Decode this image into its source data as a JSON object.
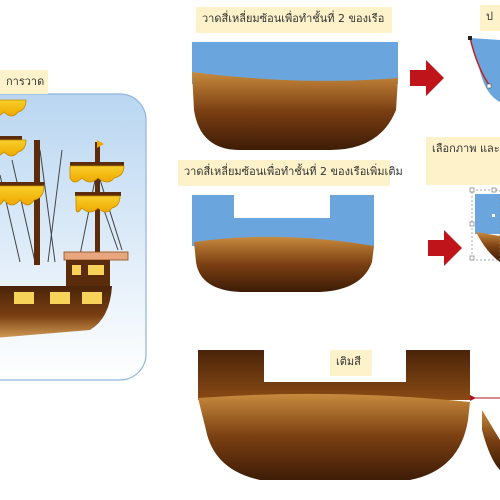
{
  "labels": {
    "drawing": "การวาด",
    "step_layer2": "วาดสี่เหลี่ยมซ้อนเพื่อทำชั้นที่ 2 ของเรือ",
    "step_layer2_more": "วาดสี่เหลี่ยมซ้อนเพื่อทำชั้นที่ 2 ของเรือเพิ่มเติม",
    "fill_color": "เติมสี",
    "select_image": "เลือกภาพ และ",
    "partial_top_right": "ป"
  },
  "colors": {
    "sky_blue": "#6aa6dd",
    "hull_brown_dark": "#4a2409",
    "hull_brown_mid": "#8a4a15",
    "hull_tan": "#d9a25b",
    "sail_yellow": "#f5c518",
    "arrow_red": "#c0141b",
    "label_bg": "#fdf2c9"
  },
  "icons": [
    "arrow-right-icon",
    "arrow-right-icon",
    "arrow-left-icon"
  ]
}
